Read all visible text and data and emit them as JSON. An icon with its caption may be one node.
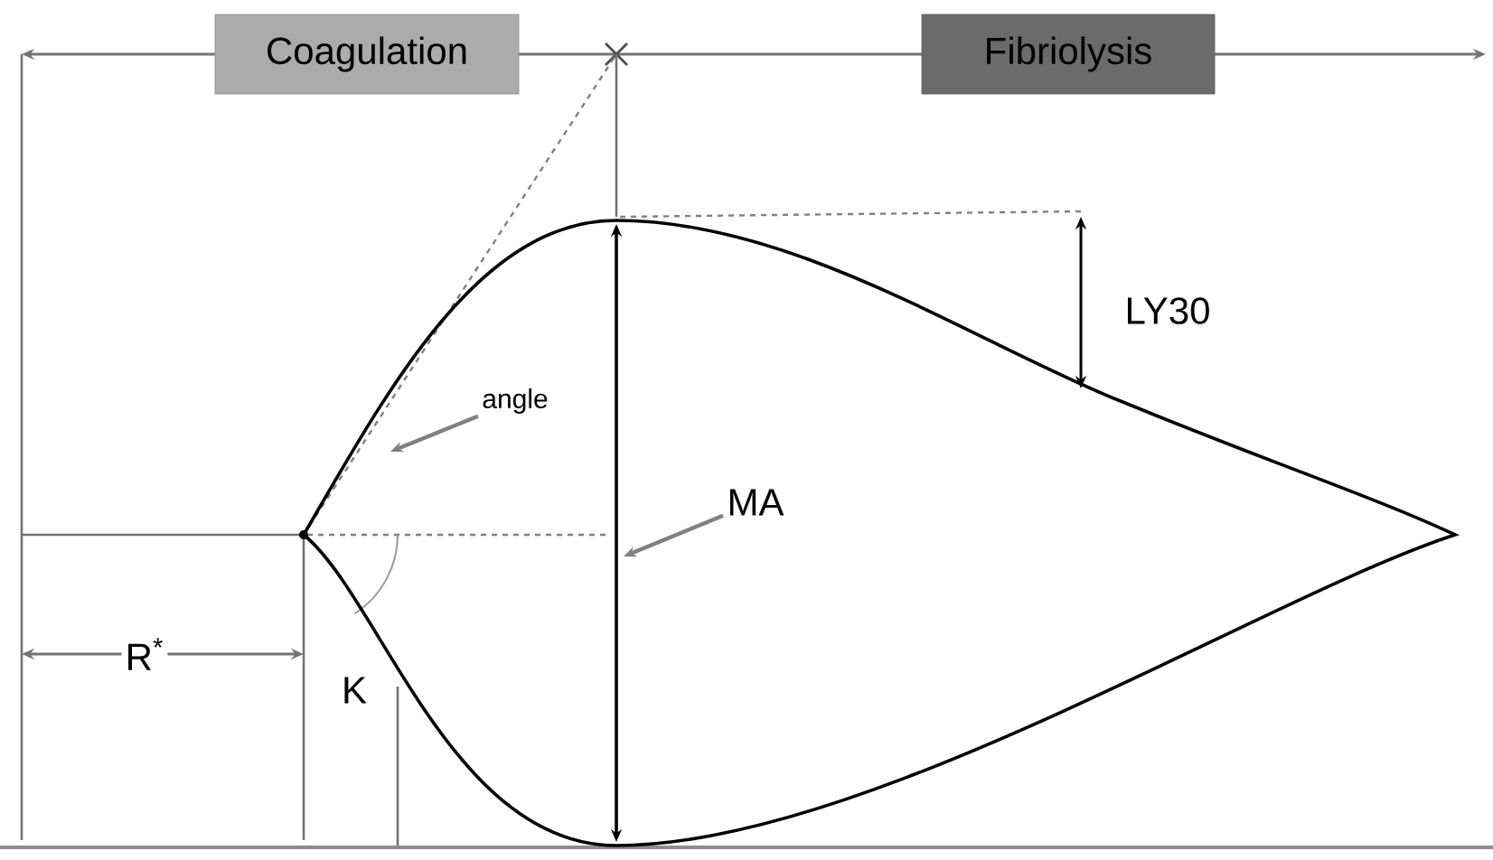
{
  "diagram": {
    "nodes": [
      {
        "text": [
          "Coagulation"
        ]
      },
      {
        "text": [
          "Fibriolysis"
        ]
      },
      {
        "text": [
          "angle"
        ]
      },
      {
        "text": [
          "MA"
        ]
      }
    ],
    "edges": [
      {
        "from": 2,
        "to": null,
        "arrow": "to"
      },
      {
        "from": 3,
        "to": null,
        "arrow": "to"
      }
    ],
    "labels": [
      "LY30",
      "R$^{*}$",
      "K"
    ]
  }
}
